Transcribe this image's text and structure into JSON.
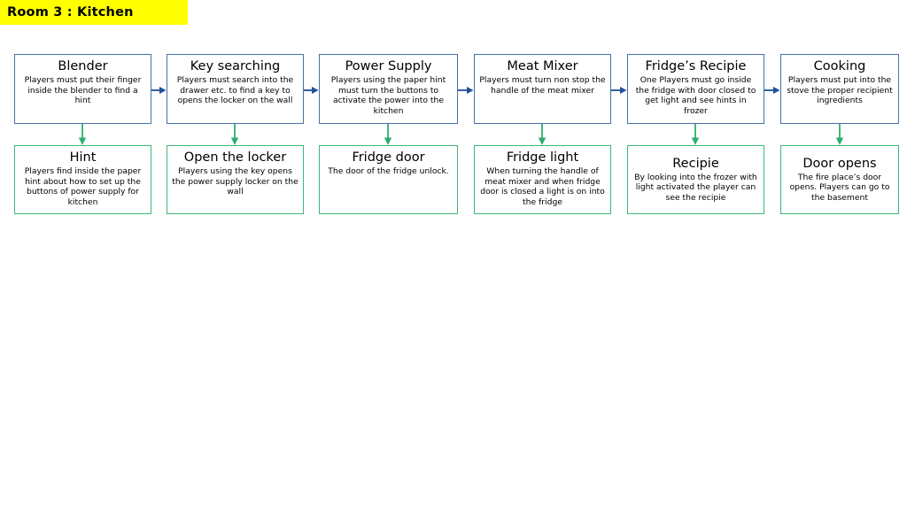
{
  "header": {
    "title": "Room 3 : Kitchen",
    "banner_color": "#ffff00"
  },
  "colors": {
    "primary_node_border": "#4472a8",
    "outcome_node_border": "#3cb878",
    "flow_arrow": "#1f4e9c",
    "outcome_arrow": "#2eae6e",
    "text": "#000000",
    "background": "#ffffff"
  },
  "diagram": {
    "type": "flowchart",
    "orientation": "left-to-right",
    "columns": [
      {
        "action": {
          "title": "Blender",
          "description": "Players must put their finger inside the blender to find a hint"
        },
        "outcome": {
          "title": "Hint",
          "description": "Players find inside the paper hint about how to set up the buttons of power supply for kitchen"
        }
      },
      {
        "action": {
          "title": "Key searching",
          "description": "Players must search into the drawer etc. to find a key to opens the locker on the wall"
        },
        "outcome": {
          "title": "Open the locker",
          "description": "Players using the key opens the power supply locker on the wall"
        }
      },
      {
        "action": {
          "title": "Power Supply",
          "description": "Players using the paper hint must turn the buttons to activate the power into the kitchen"
        },
        "outcome": {
          "title": "Fridge door",
          "description": "The door of the fridge unlock."
        }
      },
      {
        "action": {
          "title": "Meat Mixer",
          "description": "Players must turn non stop the handle of the meat mixer"
        },
        "outcome": {
          "title": "Fridge light",
          "description": "When turning the handle of meat mixer and when fridge door is closed a light is on into the fridge"
        }
      },
      {
        "action": {
          "title": "Fridge’s Recipie",
          "description": "One Players must go inside the fridge with door closed to get light and see hints in frozer"
        },
        "outcome": {
          "title": "Recipie",
          "description": "By looking into the frozer with light activated the player can see the recipie"
        }
      },
      {
        "action": {
          "title": "Cooking",
          "description": "Players must put into the stove the proper recipient ingredients"
        },
        "outcome": {
          "title": "Door opens",
          "description": "The fire place’s door opens. Players can go to the basement"
        }
      }
    ]
  }
}
